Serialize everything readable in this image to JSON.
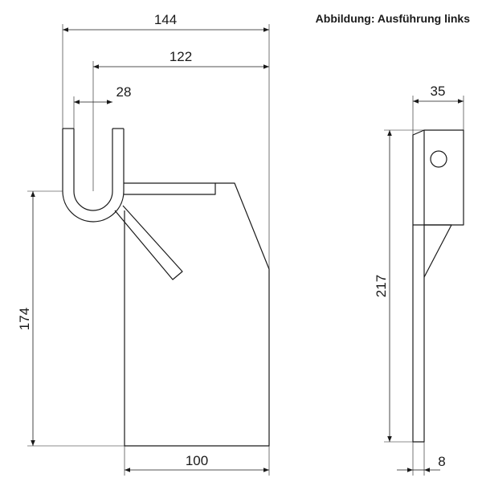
{
  "caption": "Abbildung: Ausführung links",
  "dimensions": {
    "overall_width": "144",
    "hook_width": "122",
    "hook_gap": "28",
    "height_front": "174",
    "base_width": "100",
    "side_width": "35",
    "side_height": "217",
    "thickness": "8"
  },
  "colors": {
    "line": "#1a1a1a",
    "background": "#ffffff"
  }
}
